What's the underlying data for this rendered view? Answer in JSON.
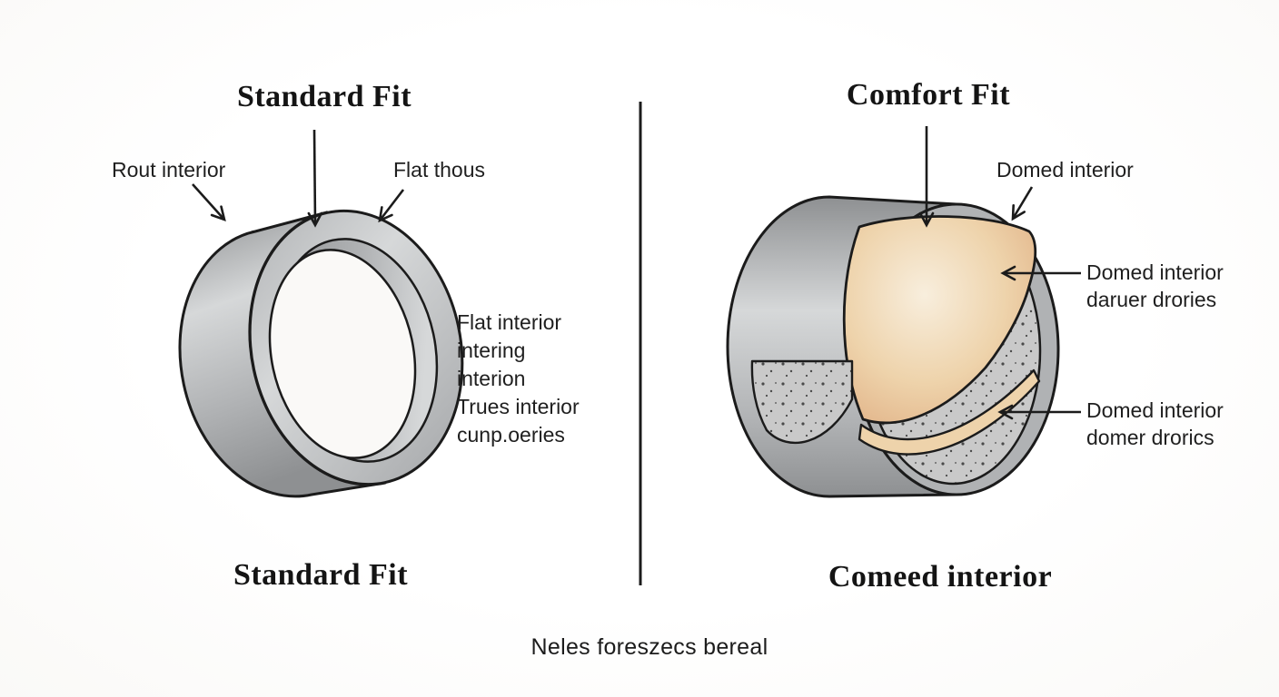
{
  "diagram": {
    "left": {
      "title": "Standard Fit",
      "labels": {
        "top_left": "Rout interior",
        "top_right": "Flat thous"
      },
      "note_lines": [
        "Flat interior",
        "intering",
        "interion",
        "Trues interior",
        "cunp.oeries"
      ],
      "bottom_title": "Standard Fit"
    },
    "right": {
      "title": "Comfort Fit",
      "labels": {
        "top": "Domed interior"
      },
      "annotation_upper": {
        "line1": "Domed interior",
        "line2": "daruer drories"
      },
      "annotation_lower": {
        "line1": "Domed interior",
        "line2": "domer drorics"
      },
      "bottom_title": "Comeed interior"
    },
    "caption": "Neles foreszecs bereal",
    "colors": {
      "background": "#faf9f7",
      "ink": "#1b1b1b",
      "ring_gray_light": "#d6d8d9",
      "ring_gray_mid": "#b0b2b4",
      "ring_gray_dark": "#8e9092",
      "dome_tan_light": "#f8eedd",
      "dome_tan_mid": "#eed3ab",
      "dome_tan_dark": "#dda87c",
      "stipple_base": "#c9c9c9",
      "stipple_dot": "#4a4a4a"
    }
  }
}
